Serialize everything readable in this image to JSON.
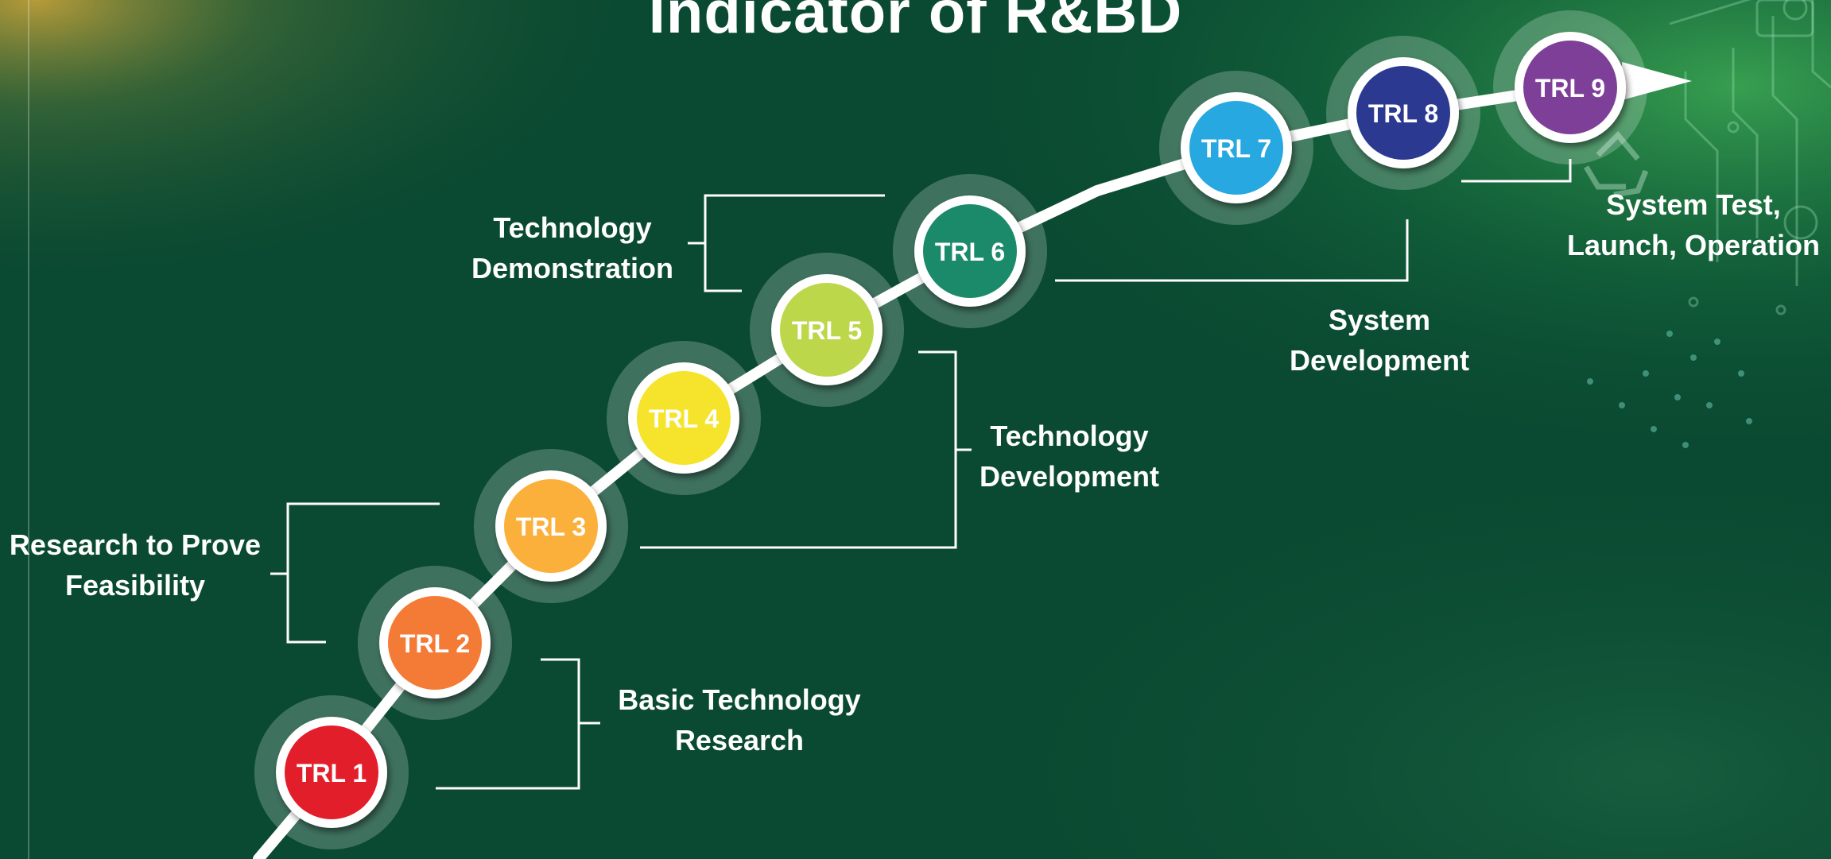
{
  "title": "Indicator of R&BD",
  "nodes": [
    {
      "label": "TRL 1",
      "color": "#e31e2b"
    },
    {
      "label": "TRL 2",
      "color": "#f47b36"
    },
    {
      "label": "TRL 3",
      "color": "#fbb03b"
    },
    {
      "label": "TRL 4",
      "color": "#f5e42b"
    },
    {
      "label": "TRL 5",
      "color": "#bcd74a"
    },
    {
      "label": "TRL 6",
      "color": "#1b8a6b"
    },
    {
      "label": "TRL 7",
      "color": "#28a8e0"
    },
    {
      "label": "TRL 8",
      "color": "#2b3990"
    },
    {
      "label": "TRL 9",
      "color": "#7e3f98"
    }
  ],
  "stages": {
    "basic_research": [
      "Basic Technology",
      "Research"
    ],
    "feasibility": [
      "Research to Prove",
      "Feasibility"
    ],
    "tech_development": [
      "Technology",
      "Development"
    ],
    "tech_demonstration": [
      "Technology",
      "Demonstration"
    ],
    "system_development": [
      "System",
      "Development"
    ],
    "system_test": [
      "System Test,",
      "Launch, Operation"
    ]
  },
  "colors": {
    "background": "#0a4a32",
    "path": "#ffffff",
    "halo": "rgba(255,255,255,0.22)"
  }
}
